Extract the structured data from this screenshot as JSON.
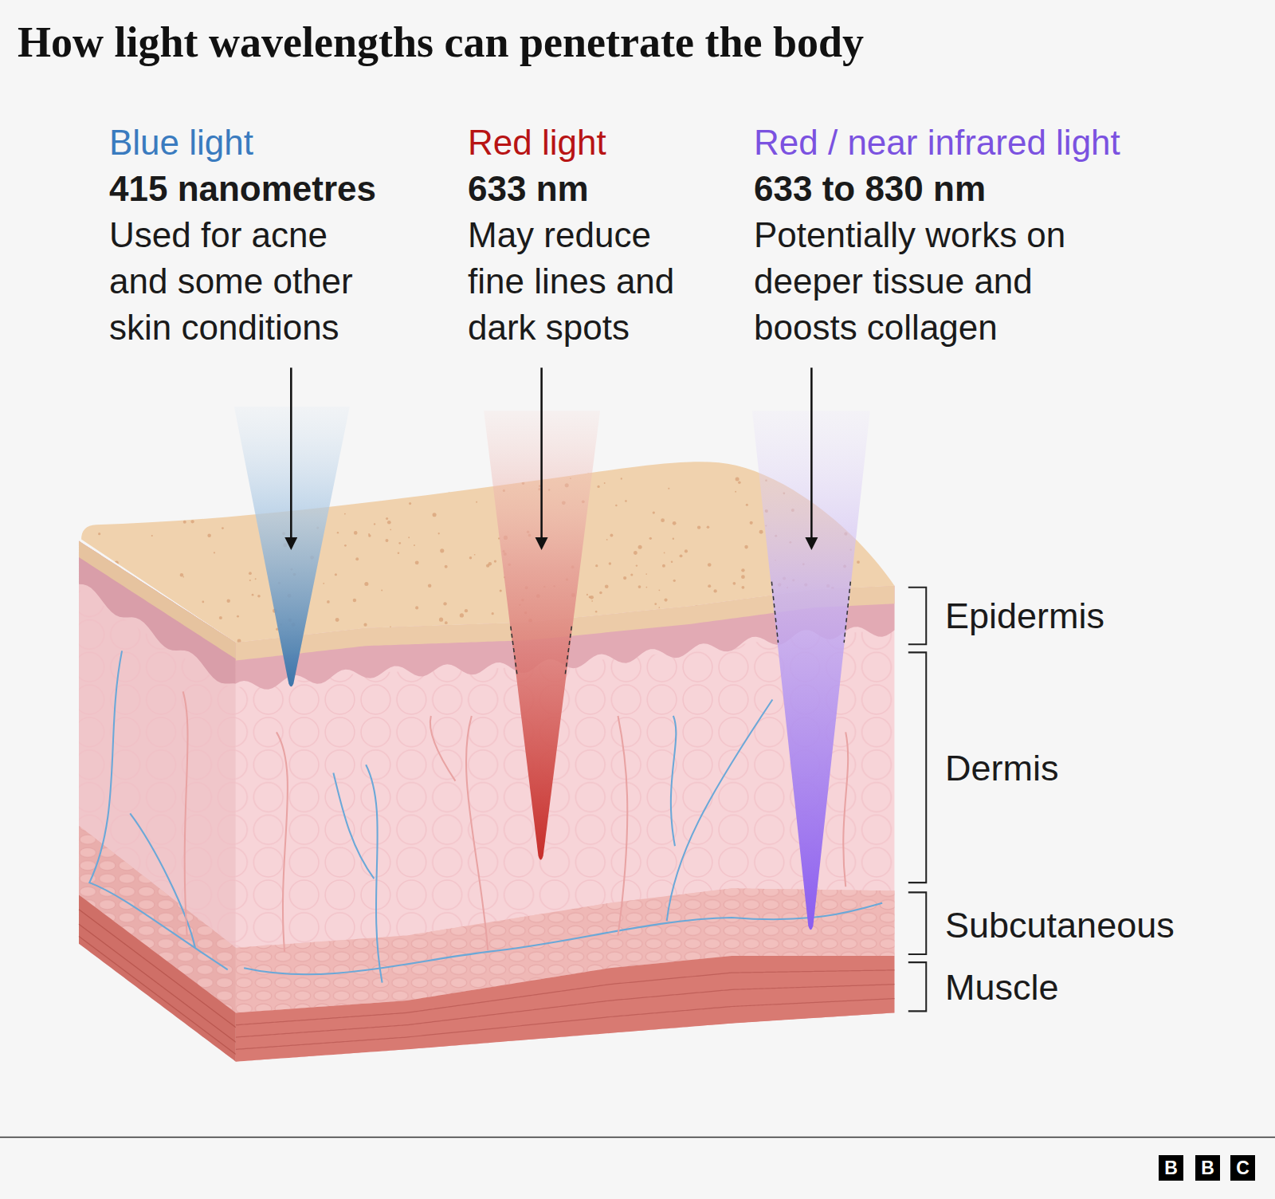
{
  "diagram": {
    "title": "How light wavelengths can penetrate the body",
    "labels": [
      "Blue light",
      "415 nanometres",
      "Used for acne and some other skin conditions",
      "Red light",
      "633 nm",
      "May reduce fine lines and dark spots",
      "Red / near infrared light",
      "633 to 830 nm",
      "Potentially works on deeper tissue and boosts collagen",
      "Epidermis",
      "Dermis",
      "Subcutaneous",
      "Muscle",
      "B",
      "B",
      "C"
    ]
  }
}
